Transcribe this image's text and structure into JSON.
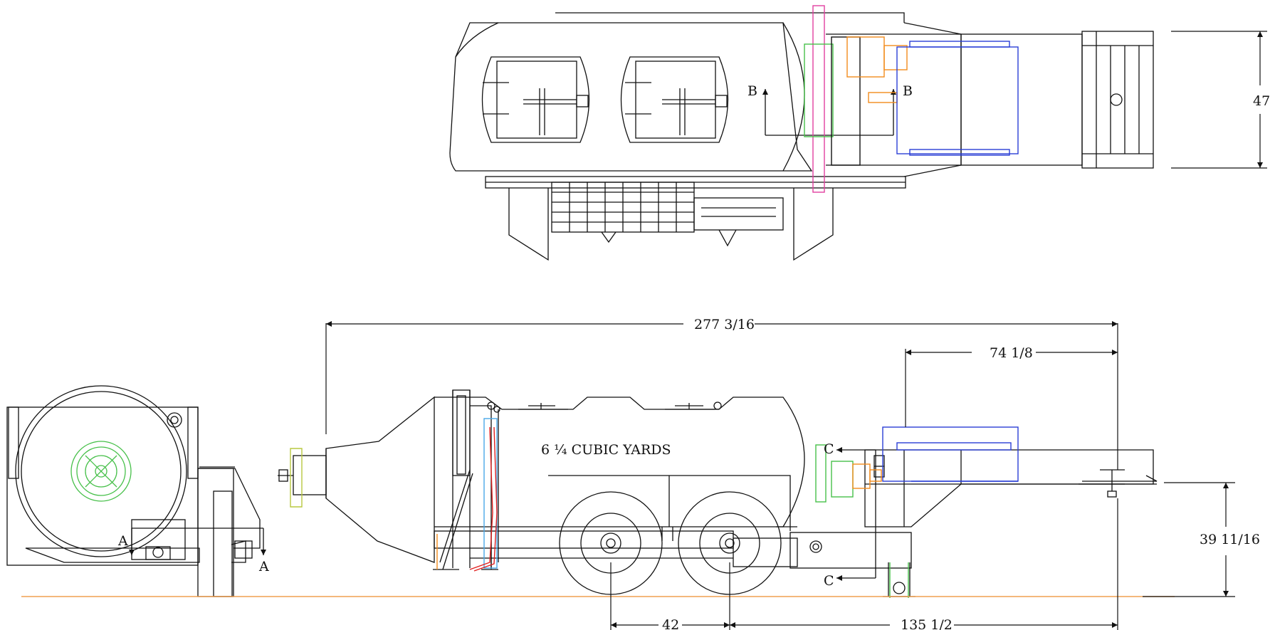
{
  "dimensions": {
    "overall_length": "277 3/16",
    "hitch_to_rear": "74 1/8",
    "height_side": "39 11/16",
    "axle_spacing": "42",
    "axle_to_hitch": "135 1/2",
    "top_width": "47"
  },
  "section_labels": {
    "a_left": "A",
    "a_right": "A",
    "b_left": "B",
    "b_right": "B",
    "c_top": "C",
    "c_bottom": "C"
  },
  "capacity_note": "6 ¼  CUBIC YARDS",
  "colors": {
    "line": "#111111",
    "ground": "#f0a050",
    "blue": "#2b3fd6",
    "orange": "#f28c1c",
    "green": "#47c04a",
    "magenta": "#e040a0",
    "red": "#e02020",
    "lightblue": "#4aa8e8"
  }
}
